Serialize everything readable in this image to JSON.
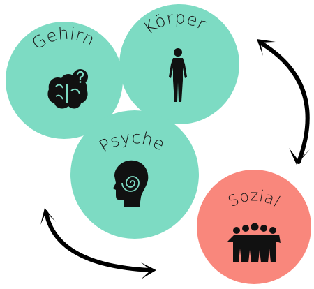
{
  "nodes": {
    "gehirn": {
      "label": "Gehirn",
      "icon": "brain-question-icon",
      "color": "#7ddbc3"
    },
    "koerper": {
      "label": "Körper",
      "icon": "human-body-icon",
      "color": "#7ddbc3"
    },
    "psyche": {
      "label": "Psyche",
      "icon": "head-spiral-icon",
      "color": "#7ddbc3"
    },
    "sozial": {
      "label": "Sozial",
      "icon": "group-of-people-icon",
      "color": "#f9877c"
    }
  },
  "arrows": [
    {
      "from": "koerper",
      "to": "sozial",
      "type": "bidirectional",
      "color": "#000000"
    },
    {
      "from": "psyche",
      "to": "sozial",
      "type": "bidirectional",
      "color": "#000000"
    }
  ]
}
